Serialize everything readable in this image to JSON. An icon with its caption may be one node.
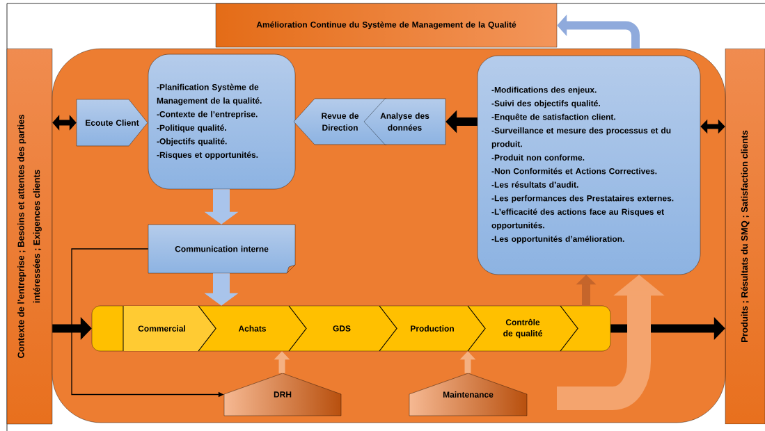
{
  "diagram": {
    "nodes": [
      {
        "text": [
          "Amélioration Continue du Système de Management de la Qualité"
        ]
      },
      {
        "text": [
          "Contexte de l’entreprise ; Besoins et attentes des parties intéressées ; Exigences clients"
        ]
      },
      {
        "text": [
          "Produits ; Résultats du SMQ ; Satisfaction clients"
        ]
      },
      {
        "text": [],
        "shape": "box"
      },
      {
        "text": [
          "Ecoute Client"
        ],
        "in": 3
      },
      {
        "text": [
          "-Planification Système de Management de la qualité.",
          "-Contexte de l’entreprise.",
          "-Politique qualité.",
          "-Objectifs qualité.",
          "-Risques et opportunités."
        ],
        "in": 3
      },
      {
        "text": [
          "Revue de Direction"
        ],
        "in": 3
      },
      {
        "text": [
          "Analyse des données"
        ],
        "in": 3
      },
      {
        "text": [
          "-Modifications des enjeux.",
          "-Suivi des objectifs qualité.",
          "-Enquête de satisfaction client.",
          "-Surveillance et mesure des processus et du produit.",
          "-Produit non conforme.",
          "-Non Conformités et Actions Correctives.",
          "-Les résultats d’audit.",
          "-Les performances des Prestataires externes.",
          "-L’efficacité des actions face au Risques et opportunités.",
          "-Les opportunités d’amélioration."
        ],
        "in": 3
      },
      {
        "text": [
          "Communication interne"
        ],
        "in": 3
      },
      {
        "text": [],
        "shape": "bar",
        "in": 3
      },
      {
        "text": [
          "Commercial"
        ],
        "in": 10
      },
      {
        "text": [
          "Achats"
        ],
        "in": 10
      },
      {
        "text": [
          "GDS"
        ],
        "in": 10
      },
      {
        "text": [
          "Production"
        ],
        "in": 10
      },
      {
        "text": [
          "Contrôle de qualité"
        ],
        "in": 10
      },
      {
        "text": [
          "DRH"
        ],
        "in": 3
      },
      {
        "text": [
          "Maintenance"
        ],
        "in": 3
      }
    ],
    "edges": [
      {
        "from": 1,
        "to": 4,
        "arrow": "both"
      },
      {
        "from": 8,
        "to": 7,
        "arrow": "to"
      },
      {
        "from": 8,
        "to": 2,
        "arrow": "both"
      },
      {
        "from": 5,
        "to": 9,
        "arrow": "to",
        "style": "thick",
        "color": "#a9c4eb"
      },
      {
        "from": 9,
        "to": 10,
        "arrow": "to",
        "style": "thick",
        "color": "#a9c4eb"
      },
      {
        "from": 9,
        "to": 16,
        "arrow": "to"
      },
      {
        "from": 1,
        "to": 10,
        "arrow": "to"
      },
      {
        "from": 10,
        "to": 2,
        "arrow": "to"
      },
      {
        "from": 16,
        "to": 10,
        "arrow": "to",
        "color": "#f4b183"
      },
      {
        "from": 17,
        "to": 10,
        "arrow": "to",
        "color": "#f4b183"
      },
      {
        "from": 10,
        "to": 8,
        "arrow": "to",
        "color": "#c5652b"
      },
      {
        "from": 3,
        "to": 0,
        "arrow": "to",
        "color": "#8faadc"
      },
      {
        "from": null,
        "to": 8,
        "arrow": "to",
        "style": "thick",
        "color": "#f4a46e"
      }
    ]
  }
}
